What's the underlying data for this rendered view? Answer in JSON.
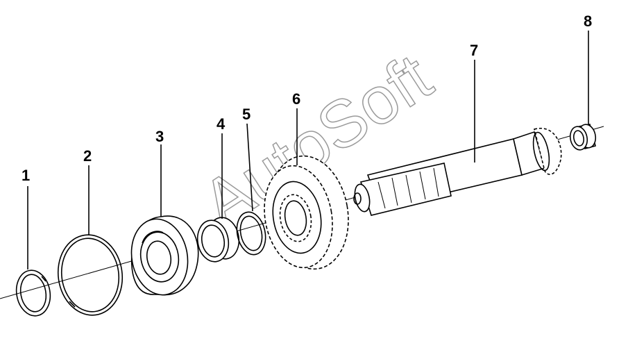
{
  "parts": [
    {
      "number": "1",
      "name": "snap-ring-small"
    },
    {
      "number": "2",
      "name": "snap-ring-large"
    },
    {
      "number": "3",
      "name": "ball-bearing"
    },
    {
      "number": "4",
      "name": "bushing"
    },
    {
      "number": "5",
      "name": "retaining-ring"
    },
    {
      "number": "6",
      "name": "gear"
    },
    {
      "number": "7",
      "name": "shaft"
    },
    {
      "number": "8",
      "name": "needle-bearing"
    }
  ],
  "watermark": "AutoSoft",
  "colors": {
    "line": "#000000",
    "watermark": "#9a9a9a",
    "background": "#ffffff"
  }
}
